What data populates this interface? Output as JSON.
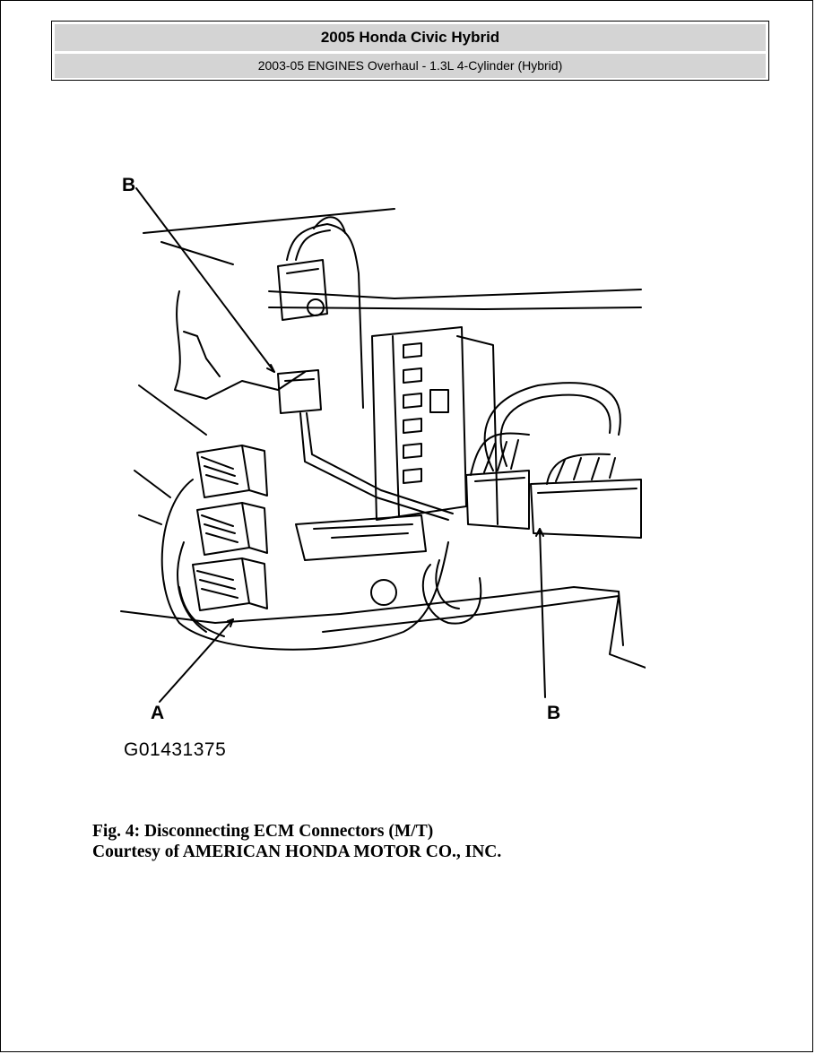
{
  "header": {
    "title": "2005 Honda Civic Hybrid",
    "subtitle": "2003-05 ENGINES Overhaul - 1.3L 4-Cylinder (Hybrid)"
  },
  "figure": {
    "callouts": {
      "b_top": "B",
      "a_bottom": "A",
      "b_bottom": "B"
    },
    "code": "G01431375"
  },
  "caption": {
    "line1": "Fig. 4: Disconnecting ECM Connectors (M/T)",
    "line2": "Courtesy of AMERICAN HONDA MOTOR CO., INC."
  }
}
